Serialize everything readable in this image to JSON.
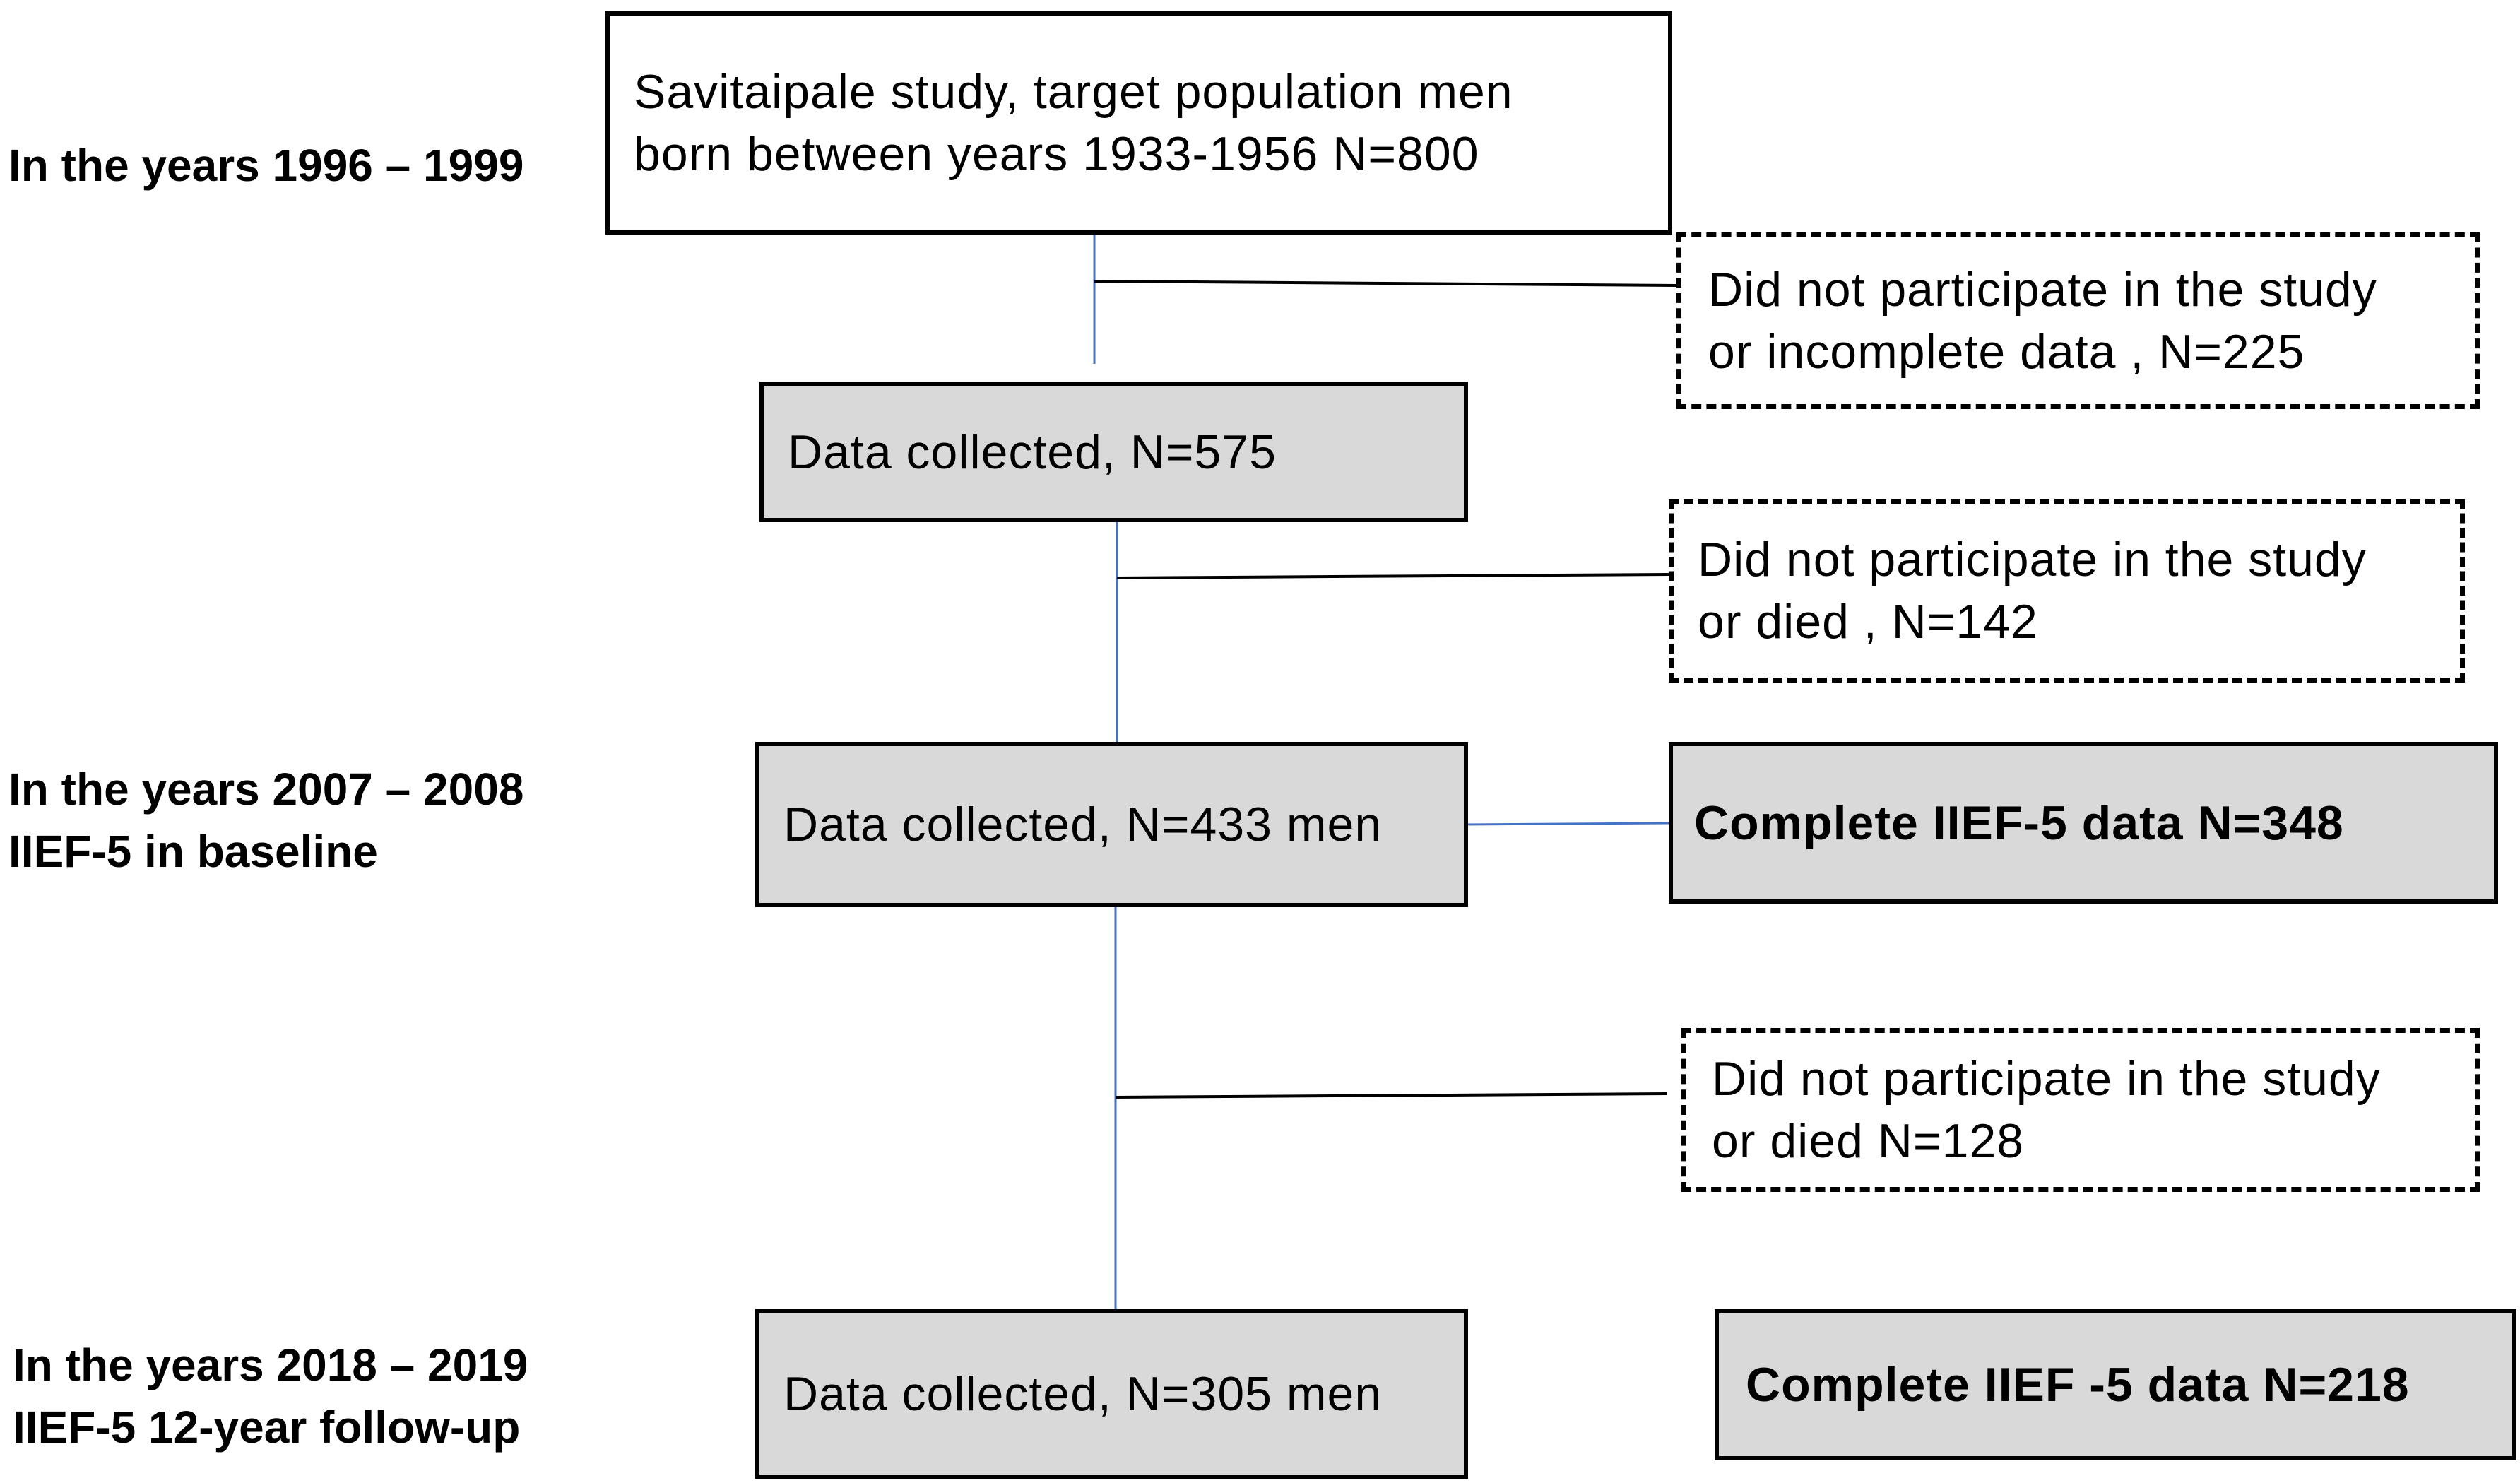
{
  "labels": {
    "period1": "In the years 1996 – 1999",
    "period2_line1": "In the years 2007 – 2008",
    "period2_line2": "IIEF-5 in baseline",
    "period3_line1": "In the years 2018 – 2019",
    "period3_line2": "IIEF-5 12-year follow-up"
  },
  "boxes": {
    "target": {
      "line1": "Savitaipale study, target population  men",
      "line2": "born between years 1933-1956 N=800"
    },
    "excluded1": {
      "line1": "Did not participate in the study",
      "line2": "or incomplete data , N=225"
    },
    "collected1": "Data collected, N=575",
    "excluded2": {
      "line1": "Did not participate in the study",
      "line2": "or died , N=142"
    },
    "collected2": "Data collected, N=433  men",
    "complete_baseline": "Complete IIEF-5 data  N=348",
    "excluded3": {
      "line1": "Did not participate in the study",
      "line2": "or died N=128"
    },
    "collected3": "Data collected, N=305 men",
    "complete_followup": "Complete IIEF -5 data  N=218"
  },
  "colors": {
    "connector_blue": "#4472c4",
    "connector_black": "#000000",
    "box_fill": "#d9d9d9"
  }
}
